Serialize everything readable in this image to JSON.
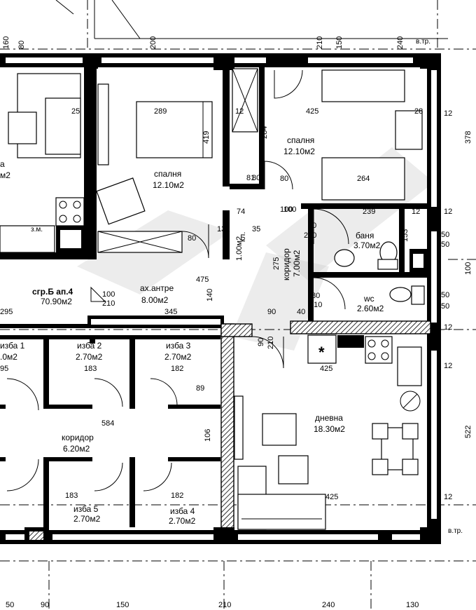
{
  "plan": {
    "apartment": {
      "name": "сгр.Б ап.4",
      "area": "70.90м2"
    },
    "rooms": [
      {
        "id": "bedroom1",
        "name": "спалня",
        "area": "12.10м2"
      },
      {
        "id": "bedroom2",
        "name": "спалня",
        "area": "12.10м2"
      },
      {
        "id": "bath",
        "name": "баня",
        "area": "3.70м2"
      },
      {
        "id": "wc",
        "name": "wc",
        "area": "2.60м2"
      },
      {
        "id": "corridor",
        "name": "коридор",
        "area": "7.00м2"
      },
      {
        "id": "entrance",
        "name": "ах.антре",
        "area": "8.00м2"
      },
      {
        "id": "living",
        "name": "дневна",
        "area": "18.30м2"
      },
      {
        "id": "pantry",
        "name": "кл.",
        "area": "1.00м2"
      },
      {
        "id": "storage1",
        "name": "изба 1",
        "area": ".0м2"
      },
      {
        "id": "storage2",
        "name": "изба 2",
        "area": "2.70м2"
      },
      {
        "id": "storage3",
        "name": "изба 3",
        "area": "2.70м2"
      },
      {
        "id": "storage4",
        "name": "изба 4",
        "area": "2.70м2"
      },
      {
        "id": "storage5",
        "name": "изба 5",
        "area": "2.70м2"
      },
      {
        "id": "basement_corridor",
        "name": "коридор",
        "area": "6.20м2"
      },
      {
        "id": "left_room",
        "name": "а",
        "area": "м2"
      }
    ],
    "left_label": "з.м.",
    "vent_top": "в.тр.",
    "vent_bottom": "в.тр.",
    "dimensions": {
      "top_row": [
        "160",
        "80",
        "200",
        "210",
        "150",
        "240"
      ],
      "bottom_row": [
        "50",
        "90",
        "150",
        "210",
        "240",
        "130"
      ],
      "right_column": [
        "378",
        "100",
        "50",
        "50",
        "50",
        "50",
        "522",
        "12",
        "12",
        "12",
        "12",
        "12"
      ],
      "bed_top": "289",
      "bed_depth": "419",
      "bed2_width": "425",
      "bed2_depth": "284",
      "bed2_w2": "264",
      "pantry_w": "74",
      "entrance_w": "475",
      "entrance_w2": "345",
      "living_w": "425",
      "living_w2": "425",
      "basement_w": "584",
      "cellar_183": "183",
      "cellar_182": "182",
      "corr_275": "275",
      "bath_239": "239",
      "bath_153": "153",
      "door_100_210": [
        "100",
        "210"
      ],
      "door_80_210": [
        "80",
        "210"
      ],
      "door_90_210": [
        "90",
        "210"
      ],
      "misc": [
        "25",
        "12",
        "13",
        "90",
        "80",
        "40",
        "140",
        "295",
        "95",
        "89",
        "106",
        "81",
        "215",
        "100",
        "12",
        "35",
        "28"
      ]
    }
  }
}
